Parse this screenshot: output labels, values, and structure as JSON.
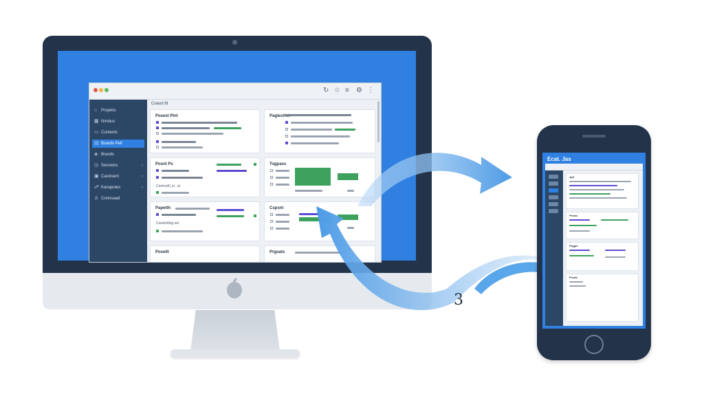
{
  "desktop": {
    "browser": {
      "toolbar_icons": [
        "refresh-icon",
        "star-icon",
        "menu-icon",
        "settings-icon",
        "extensions-icon"
      ]
    },
    "sidebar": {
      "items": [
        {
          "label": "Projekts",
          "icon": "home-icon",
          "active": false,
          "arrow": false
        },
        {
          "label": "Nimbus",
          "icon": "grid-icon",
          "active": false,
          "arrow": false
        },
        {
          "label": "Contents",
          "icon": "folder-icon",
          "active": false,
          "arrow": false
        },
        {
          "label": "Boards Pell",
          "icon": "board-icon",
          "active": true,
          "arrow": false
        },
        {
          "label": "Brands",
          "icon": "tag-icon",
          "active": false,
          "arrow": false
        },
        {
          "label": "Sessions",
          "icon": "clock-icon",
          "active": false,
          "arrow": true
        },
        {
          "label": "Caretsent",
          "icon": "calendar-icon",
          "active": false,
          "arrow": true
        },
        {
          "label": "Kanapoles",
          "icon": "users-icon",
          "active": false,
          "arrow": true
        },
        {
          "label": "Connsaad",
          "icon": "person-icon",
          "active": false,
          "arrow": false
        }
      ]
    },
    "cards": {
      "header_left": "Coaud 8t",
      "c1": "Posest Pint",
      "c2": "Paglesthei",
      "c3": "Posnt Ps",
      "c4": "Tugpass",
      "c5": "Papetth",
      "c6": "Cspsnt",
      "c7": "Poseilt",
      "c8": "Prguats"
    },
    "list_labels": {
      "a": "Centrodl | st ..st",
      "b": "Coedrolling set"
    }
  },
  "phone": {
    "app_name": "Ecat. Jas",
    "cards": [
      "Jplt",
      "Pesdo",
      "Prggle",
      "Prsale"
    ]
  },
  "annotation": {
    "step": "3"
  },
  "colors": {
    "accent": "#2f80e0",
    "sidebar": "#2c4666",
    "bezel": "#23334a",
    "success": "#3ea05d",
    "purple": "#5b4bd1"
  }
}
